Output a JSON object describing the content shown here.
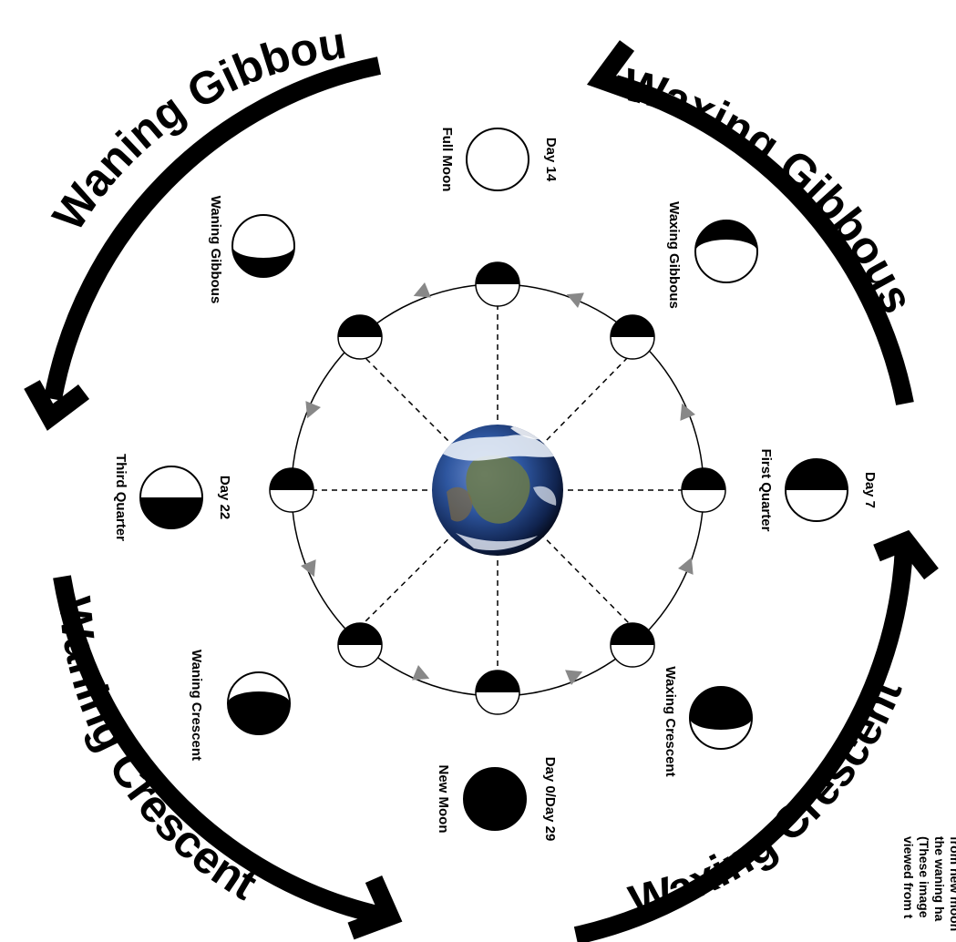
{
  "big_labels": {
    "waxing_gibbous": "Waxing Gibbous",
    "waning_gibbous": "Waning Gibbous",
    "waning_crescent": "Waning Crescent",
    "waxing_crescent": "Waxing Crescent"
  },
  "phases": {
    "full_moon": {
      "day": "Day 14",
      "name": "Full Moon"
    },
    "waxing_gibbous": {
      "name": "Waxing Gibbous"
    },
    "waning_gibbous": {
      "name": "Waning Gibbous"
    },
    "first_quarter": {
      "day": "Day 7",
      "name": "First Quarter"
    },
    "third_quarter": {
      "day": "Day 22",
      "name": "Third Quarter"
    },
    "waxing_crescent": {
      "name": "Waxing Crescent"
    },
    "waning_crescent": {
      "name": "Waning Crescent"
    },
    "new_moon": {
      "day": "Day 0/Day 29",
      "name": "New Moon"
    }
  },
  "note_lines": [
    "from new moon",
    "the waning ha",
    "(These image",
    "viewed from t"
  ],
  "colors": {
    "ink": "#000000",
    "orbit_arrow": "#888888",
    "ocean": "#2a4f9c",
    "cloud": "#e8eef7",
    "land": "#6b7a4a"
  },
  "icons": {
    "center_globe": "earth-icon",
    "orbit_moon": "moon-disc-icon"
  }
}
